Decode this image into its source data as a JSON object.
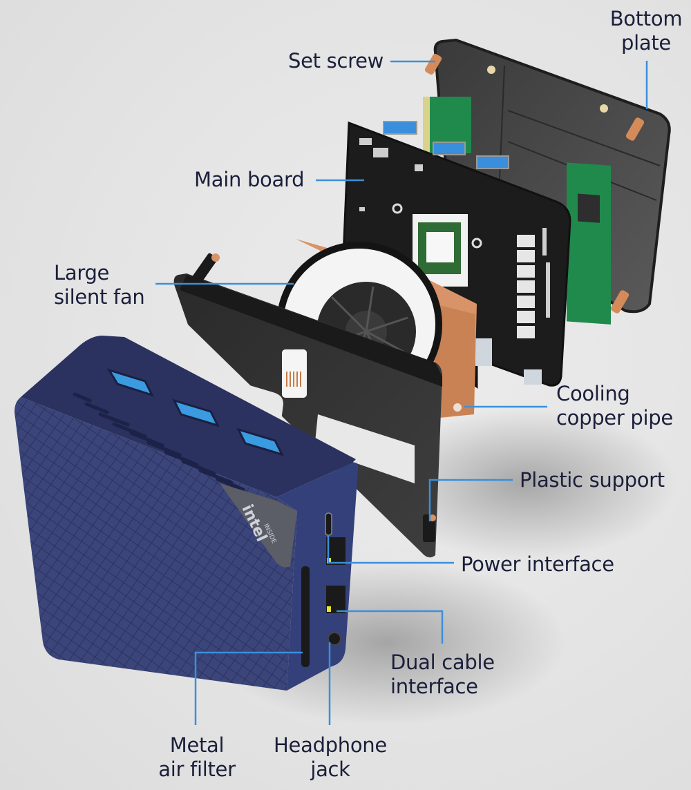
{
  "diagram": {
    "title": "Mini PC exploded view",
    "accent_color": "#3a8fdc",
    "text_color": "#1b1f3a",
    "callouts": [
      {
        "id": "set-screw",
        "lines": [
          "Set screw"
        ]
      },
      {
        "id": "bottom-plate",
        "lines": [
          "Bottom",
          "plate"
        ]
      },
      {
        "id": "main-board",
        "lines": [
          "Main board"
        ]
      },
      {
        "id": "large-silent-fan",
        "lines": [
          "Large",
          "silent fan"
        ]
      },
      {
        "id": "cooling-copper-pipe",
        "lines": [
          "Cooling",
          "copper pipe"
        ]
      },
      {
        "id": "plastic-support",
        "lines": [
          "Plastic support"
        ]
      },
      {
        "id": "power-interface",
        "lines": [
          "Power interface"
        ]
      },
      {
        "id": "dual-cable-interface",
        "lines": [
          "Dual cable",
          "interface"
        ]
      },
      {
        "id": "metal-air-filter",
        "lines": [
          "Metal",
          "air filter"
        ]
      },
      {
        "id": "headphone-jack",
        "lines": [
          "Headphone",
          "jack"
        ]
      }
    ],
    "components": {
      "case_logo": "intel",
      "case_logo_sub": "INSIDE",
      "case_color": "#2e3768",
      "usb_color": "#3a9be0",
      "copper_color": "#d99368",
      "board_color": "#1c1c1c",
      "ram_color": "#1f8a4c"
    }
  }
}
